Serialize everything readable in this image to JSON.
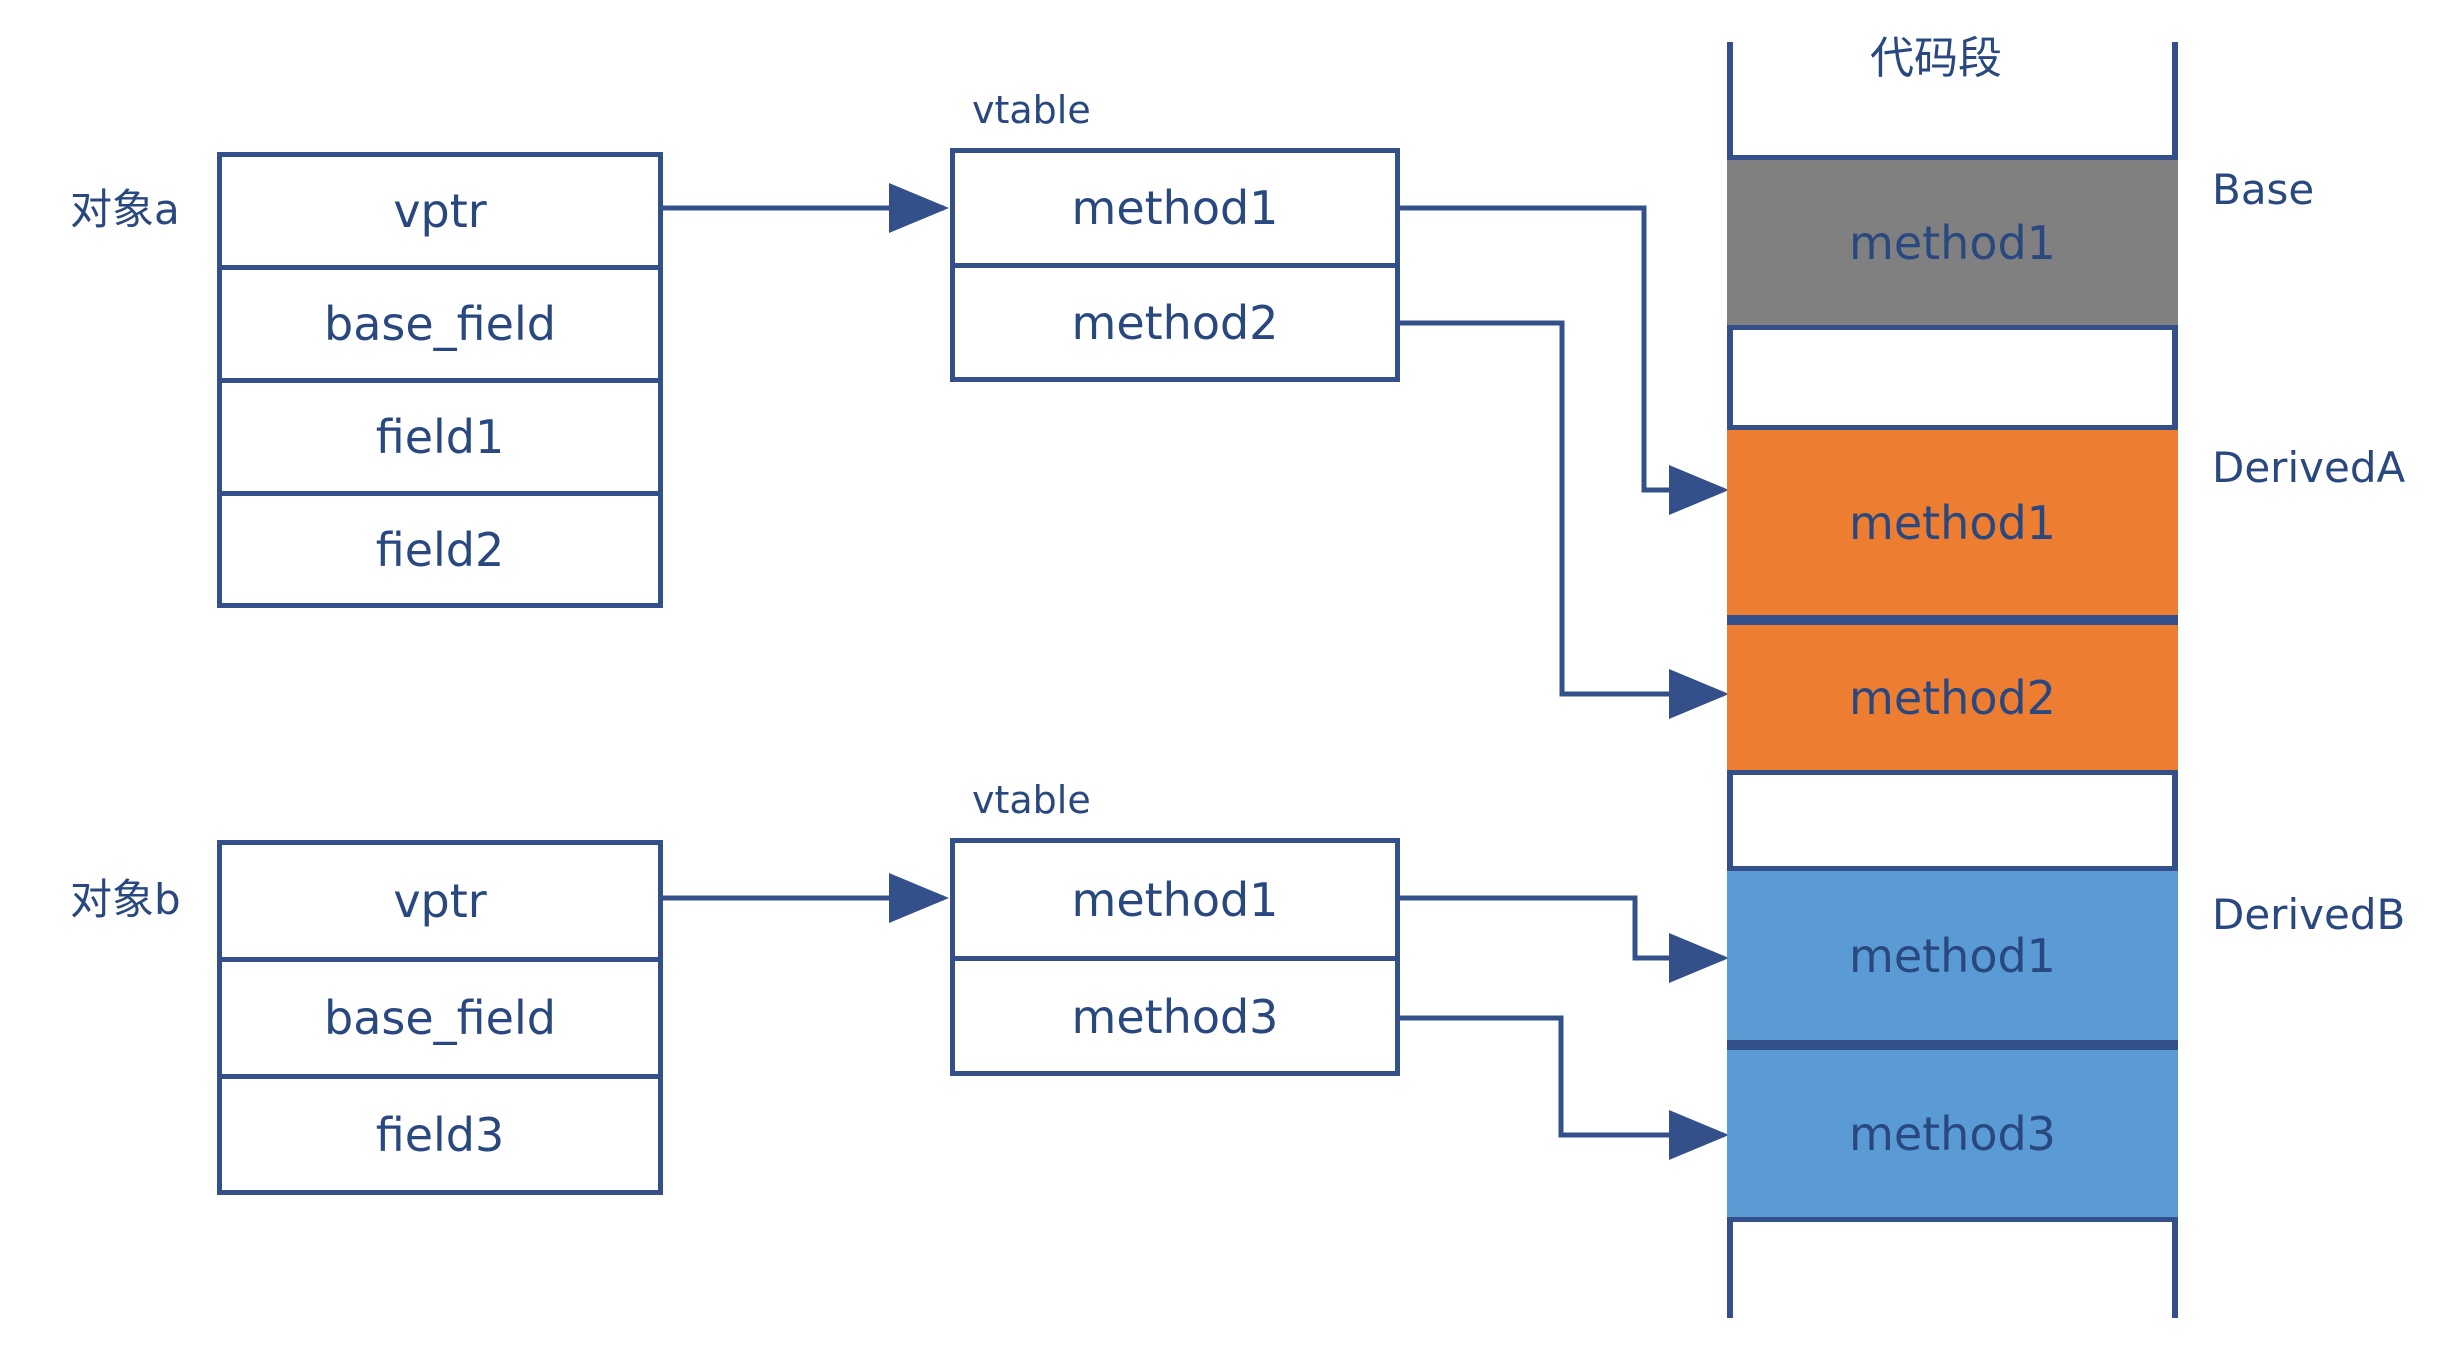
{
  "diagram": {
    "title_code_segment": "代码段",
    "stroke_color": "#33508a",
    "text_color": "#2a4880",
    "colors": {
      "base_block": "#808080",
      "derived_a_block": "#ED7D31",
      "derived_b_block": "#5B9BD5",
      "stroke": "#33508a",
      "background": "#ffffff"
    }
  },
  "objects": [
    {
      "name": "对象a",
      "rows": [
        "vptr",
        "base_field",
        "field1",
        "field2"
      ]
    },
    {
      "name": "对象b",
      "rows": [
        "vptr",
        "base_field",
        "field3"
      ]
    }
  ],
  "vtables": [
    {
      "caption": "vtable",
      "entries": [
        "method1",
        "method2"
      ]
    },
    {
      "caption": "vtable",
      "entries": [
        "method1",
        "method3"
      ]
    }
  ],
  "code_segment": {
    "title": "代码段",
    "groups": [
      {
        "label": "Base",
        "color": "#808080",
        "entries": [
          "method1"
        ]
      },
      {
        "label": "DerivedA",
        "color": "#ED7D31",
        "entries": [
          "method1",
          "method2"
        ]
      },
      {
        "label": "DerivedB",
        "color": "#5B9BD5",
        "entries": [
          "method1",
          "method3"
        ]
      }
    ]
  }
}
